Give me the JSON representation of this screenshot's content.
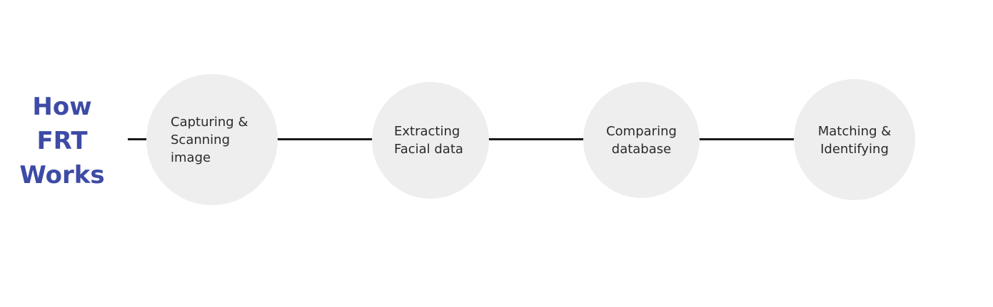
{
  "title": {
    "lines": [
      "How",
      "FRT",
      "Works"
    ]
  },
  "steps": [
    {
      "lines": [
        "Capturing &",
        "Scanning",
        "image"
      ]
    },
    {
      "lines": [
        "Extracting",
        "Facial data"
      ]
    },
    {
      "lines": [
        "Comparing",
        "database"
      ]
    },
    {
      "lines": [
        "Matching &",
        "Identifying"
      ]
    }
  ],
  "colors": {
    "title": "#3d4ba5",
    "circle": "#eeeeee",
    "line": "#1a1a1a",
    "text": "#2a2a2a"
  }
}
